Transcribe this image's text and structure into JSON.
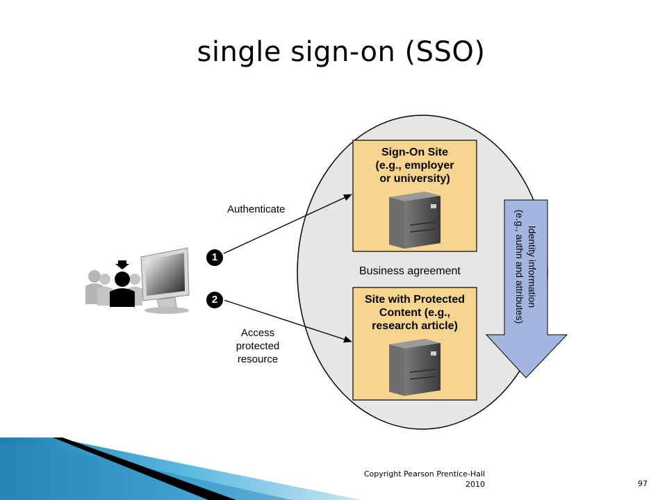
{
  "slide": {
    "title": "single sign-on (SSO)"
  },
  "diagram": {
    "signon_box": "Sign-On Site\n(e.g., employer\nor university)",
    "protected_box": "Site with Protected\nContent (e.g.,\nresearch article)",
    "business_agreement": "Business agreement",
    "identity_arrow": "Identity information\n(e.g., authn and attributes)",
    "authenticate": "Authenticate",
    "access": "Access\nprotected\nresource",
    "step1": "1",
    "step2": "2",
    "colors": {
      "box_fill": "#f8d58e",
      "ellipse_fill": "#e6e6e6",
      "arrow_fill": "#a3b6e0"
    }
  },
  "footer": {
    "copyright": "Copyright Pearson Prentice-Hall\n2010",
    "page_number": "97"
  }
}
